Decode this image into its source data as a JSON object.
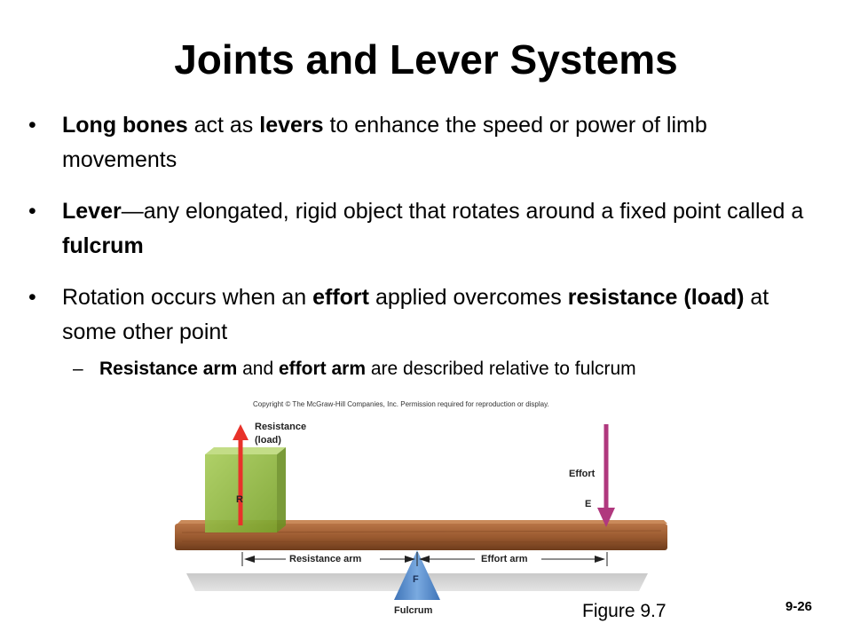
{
  "title": "Joints and Lever Systems",
  "bullets": [
    {
      "parts": [
        {
          "text": "Long bones",
          "bold": true
        },
        {
          "text": " act as ",
          "bold": false
        },
        {
          "text": "levers",
          "bold": true
        },
        {
          "text": " to enhance the speed or power of limb movements",
          "bold": false
        }
      ]
    },
    {
      "parts": [
        {
          "text": "Lever",
          "bold": true
        },
        {
          "text": "—any elongated, rigid object that rotates around a fixed point called a ",
          "bold": false
        },
        {
          "text": "fulcrum",
          "bold": true
        }
      ]
    },
    {
      "parts": [
        {
          "text": "Rotation occurs when an ",
          "bold": false
        },
        {
          "text": "effort",
          "bold": true
        },
        {
          "text": " applied overcomes ",
          "bold": false
        },
        {
          "text": "resistance (load)",
          "bold": true
        },
        {
          "text": " at some other point",
          "bold": false
        }
      ]
    }
  ],
  "sub_bullet": {
    "parts": [
      {
        "text": "Resistance arm",
        "bold": true
      },
      {
        "text": " and ",
        "bold": false
      },
      {
        "text": "effort arm",
        "bold": true
      },
      {
        "text": " are described relative to fulcrum",
        "bold": false
      }
    ]
  },
  "diagram": {
    "copyright": "Copyright © The McGraw-Hill Companies, Inc. Permission required for reproduction or display.",
    "resistance_label_line1": "Resistance",
    "resistance_label_line2": "(load)",
    "r_letter": "R",
    "effort_label": "Effort",
    "e_letter": "E",
    "resistance_arm_label": "Resistance arm",
    "effort_arm_label": "Effort arm",
    "f_letter": "F",
    "fulcrum_label": "Fulcrum",
    "colors": {
      "box": "#8db83a",
      "plank": "#9a5a30",
      "resistance_arrow": "#e8322a",
      "effort_arrow": "#b0387e",
      "fulcrum": "#5a8fd0"
    }
  },
  "figure_label": "Figure 9.7",
  "slide_number": "9-26"
}
